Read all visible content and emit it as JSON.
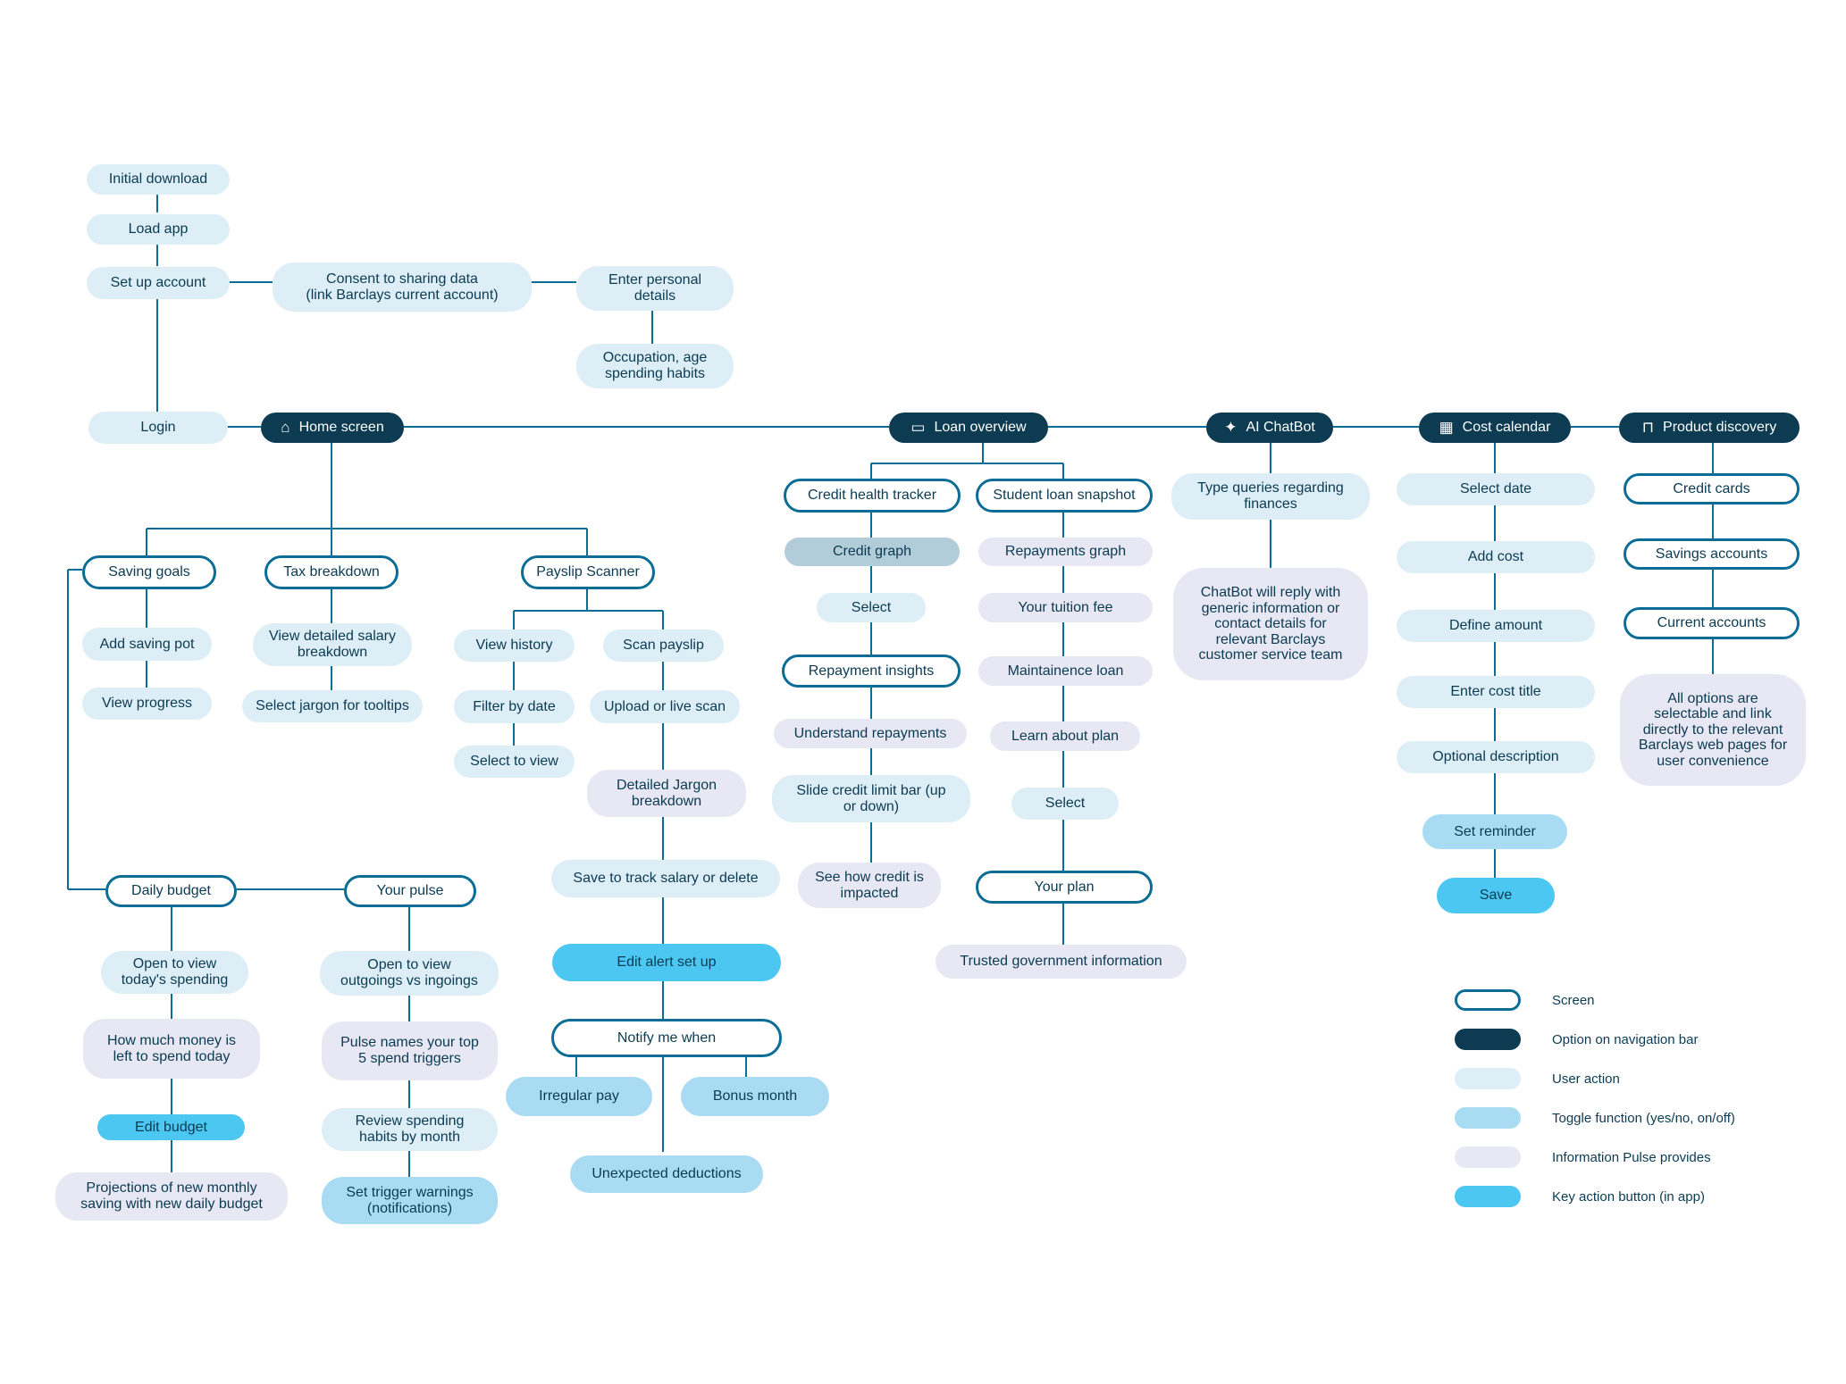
{
  "nodes": {
    "initial_download": "Initial download",
    "load_app": "Load app",
    "set_up_account": "Set up account",
    "consent": "Consent to sharing data\n(link Barclays current account)",
    "enter_personal": "Enter personal\ndetails",
    "occupation": "Occupation, age\nspending habits",
    "login": "Login",
    "home_screen": "Home screen",
    "saving_goals": "Saving goals",
    "tax_breakdown": "Tax breakdown",
    "payslip_scanner": "Payslip Scanner",
    "add_saving_pot": "Add saving pot",
    "view_progress": "View progress",
    "view_detailed_salary": "View detailed salary\nbreakdown",
    "select_jargon": "Select jargon for tooltips",
    "view_history": "View history",
    "scan_payslip": "Scan payslip",
    "filter_by_date": "Filter by date",
    "upload_live_scan": "Upload or live scan",
    "select_to_view": "Select to view",
    "detailed_jargon": "Detailed Jargon\nbreakdown",
    "save_track_salary": "Save to track salary or delete",
    "edit_alert": "Edit alert set up",
    "notify_me_when": "Notify me when",
    "irregular_pay": "Irregular pay",
    "bonus_month": "Bonus month",
    "unexpected_deductions": "Unexpected deductions",
    "daily_budget": "Daily budget",
    "open_today": "Open to view\ntoday's spending",
    "how_much_money": "How much money is\nleft to spend today",
    "edit_budget": "Edit budget",
    "projections": "Projections of new monthly\nsaving with new daily budget",
    "your_pulse": "Your pulse",
    "open_outgoings": "Open to view\noutgoings vs ingoings",
    "pulse_names": "Pulse names your top\n5 spend triggers",
    "review_spending": "Review spending\nhabits by month",
    "set_trigger": "Set trigger warnings\n(notifications)",
    "loan_overview": "Loan overview",
    "credit_health": "Credit health tracker",
    "credit_graph": "Credit graph",
    "select_credit": "Select",
    "repayment_insights": "Repayment insights",
    "understand_repayments": "Understand repayments",
    "slide_credit": "Slide credit limit bar (up\nor down)",
    "see_credit": "See how credit is\nimpacted",
    "student_loan": "Student loan snapshot",
    "repayments_graph": "Repayments graph",
    "tuition_fee": "Your tuition fee",
    "maintenance_loan": "Maintainence loan",
    "learn_plan": "Learn about plan",
    "select_student": "Select",
    "your_plan": "Your plan",
    "trusted_gov": "Trusted government information",
    "ai_chatbot": "AI ChatBot",
    "type_queries": "Type queries regarding\nfinances",
    "chatbot_reply": "ChatBot will reply with\ngeneric information or\ncontact details for\nrelevant Barclays\ncustomer service team",
    "cost_calendar": "Cost calendar",
    "select_date": "Select date",
    "add_cost": "Add cost",
    "define_amount": "Define amount",
    "enter_cost_title": "Enter cost title",
    "optional_description": "Optional description",
    "set_reminder": "Set reminder",
    "save": "Save",
    "product_discovery": "Product discovery",
    "credit_cards": "Credit cards",
    "savings_accounts": "Savings accounts",
    "current_accounts": "Current accounts",
    "all_options": "All options are\nselectable and link\ndirectly to the relevant\nBarclays web pages for\nuser convenience"
  },
  "legend": {
    "screen": "Screen",
    "nav_option": "Option on navigation bar",
    "user_action": "User action",
    "toggle": "Toggle function (yes/no, on/off)",
    "info": "Information Pulse provides",
    "key_action": "Key action button (in app)"
  },
  "icons": {
    "home_screen": "home-icon",
    "loan_overview": "card-icon",
    "ai_chatbot": "bank-eagle-icon",
    "cost_calendar": "calendar-icon",
    "product_discovery": "shopping-bag-icon"
  },
  "colors": {
    "line": "#0b6d96",
    "nav": "#0d3b52",
    "user_action": "#ddeef7",
    "toggle": "#a9dcf3",
    "info": "#e7e8f3",
    "key_action": "#4bc7f2",
    "text": "#0b3b52"
  }
}
